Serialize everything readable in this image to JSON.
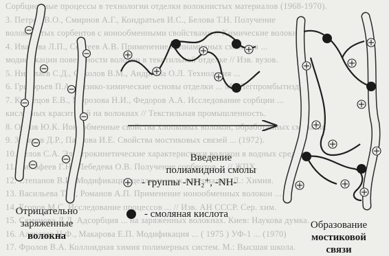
{
  "background_text": [
    "Сорбционные процессы в технологии отделки волокнистых материалов (1968-1970).",
    "3. Петров В.О., Смирнов А.Г., Кондратьев И.С., Белова Т.Н. Получение",
    "волокнистых сорбентов с ионообменными свойствами // Химические волокна.",
    "4. Иванова Л.П., Сергеев А.В. Применение полиамидных смол для ...",
    "модификации поверхности волокон в текстильной отделке // Изв. вузов.",
    "5. Николаев С.Д., Соколов В.М., Андреева О.Л. Технология ...",
    "6. Григорьев П.А. Физико-химические основы отделки ... М.: Легпромбытиздат.",
    "7. Кузнецов Е.В., Морозова Н.И., Федоров А.А. Исследование сорбции ...",
    "кислотных красителей на волокнах // Текстильная промышленность.",
    "8. Орлов Ю.К. Ионообменные свойства хлопковых волокон, обработанных смолами.",
    "9. Захаров Д.Р., Павлова И.Е. Свойства мостиковых связей ... (1972).",
    "10. Белов С.А. Электрокинетические характеристики волокон в водных средах.",
    "11. Тимофеев Г.Н., Лебедева О.В. Получение сорбентов ... // ЖПХ.",
    "12. Степанов В.И. Модификация целлюлозных материалов. Л.: Химия.",
    "13. Васильева Т.А., Романов А.П. Применение ионообменных волокон ...",
    "14. Егоров М.С. Исследование процессов ... // Изв. АН СССР. Сер. хим.",
    "15. Семенова Л.Д. Адсорбция ... на заряженных волокнах. Киев: Наукова думка.",
    "16. Алексеев Н.Ф., Макарова Е.П. Модификация ... ( 1975 ) УФ-1 ... (1970)",
    "17. Фролов В.А. Коллоидная химия полимерных систем. М.: Высшая школа."
  ],
  "labels": {
    "left": [
      "Отрицательно",
      "заряженные",
      "волокна"
    ],
    "middle": [
      "Введение",
      "полиамидной смолы"
    ],
    "right": [
      "Образование",
      "мостиковой",
      "связи"
    ]
  },
  "legend": {
    "plus_text": "- группы -NH₂⁺, -NH-",
    "dot_text": "- смоляная кислота"
  }
}
